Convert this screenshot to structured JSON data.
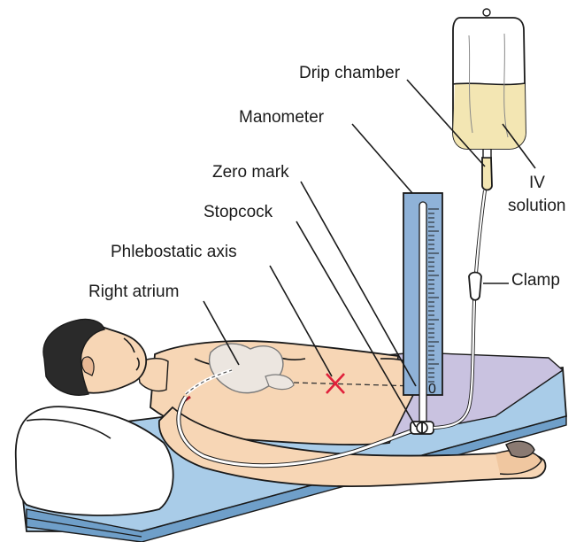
{
  "labels": {
    "drip_chamber": "Drip chamber",
    "manometer": "Manometer",
    "zero_mark": "Zero mark",
    "stopcock": "Stopcock",
    "phlebostatic_axis": "Phlebostatic axis",
    "right_atrium": "Right atrium",
    "iv_line1": "IV",
    "iv_line2": "solution",
    "clamp": "Clamp",
    "zero_scale": "0"
  },
  "colors": {
    "skin": "#f7d6b5",
    "skin_shadow": "#e8b894",
    "hair": "#2a2a2a",
    "bed_blue": "#a9cce8",
    "bed_edge": "#6f9fc9",
    "sheet": "#c9c2e0",
    "manometer": "#8fb2d8",
    "iv_fluid": "#f3e6b3",
    "marker_red": "#e0203a"
  },
  "icons": [
    "patient-figure",
    "iv-bag-icon",
    "manometer-icon",
    "stopcock-icon",
    "pillow-icon"
  ]
}
